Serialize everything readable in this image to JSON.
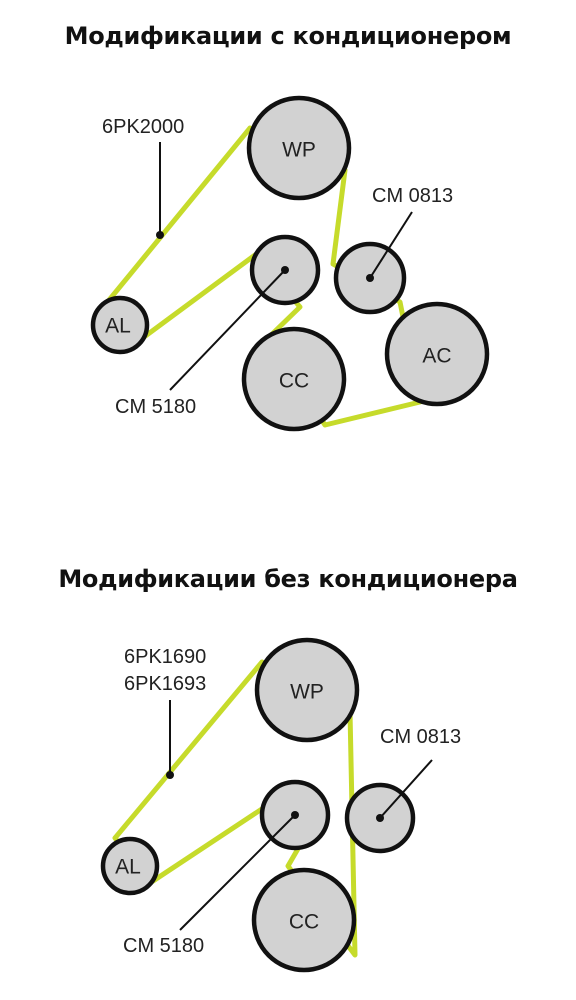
{
  "top": {
    "title": "Модификации с кондиционером",
    "pulleys": {
      "wp": "WP",
      "al": "AL",
      "cc": "CC",
      "ac": "AC"
    },
    "callouts": {
      "belt": "6PK2000",
      "tensioner": "CM 0813",
      "idler": "CM 5180"
    }
  },
  "bottom": {
    "title": "Модификации без кондиционера",
    "pulleys": {
      "wp": "WP",
      "al": "AL",
      "cc": "CC"
    },
    "callouts": {
      "belt_line1": "6PK1690",
      "belt_line2": "6PK1693",
      "tensioner": "CM 0813",
      "idler": "CM 5180"
    }
  },
  "colors": {
    "belt": "#c6db2b",
    "pulley_fill": "#d2d2d2",
    "outline": "#111111"
  }
}
